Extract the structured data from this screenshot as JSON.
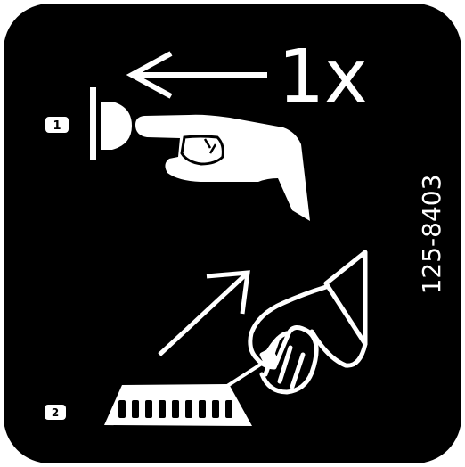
{
  "colors": {
    "panel": "#000000",
    "ink": "#ffffff",
    "page": "#ffffff"
  },
  "step1": {
    "badge": "1",
    "count": "1x",
    "icons": [
      "arrow-left-icon",
      "push-button-icon",
      "pointing-hand-icon"
    ]
  },
  "step2": {
    "badge": "2",
    "icons": [
      "arrow-up-right-icon",
      "hand-holding-key-icon",
      "vent-grille-icon"
    ]
  },
  "part_number": "125-8403"
}
